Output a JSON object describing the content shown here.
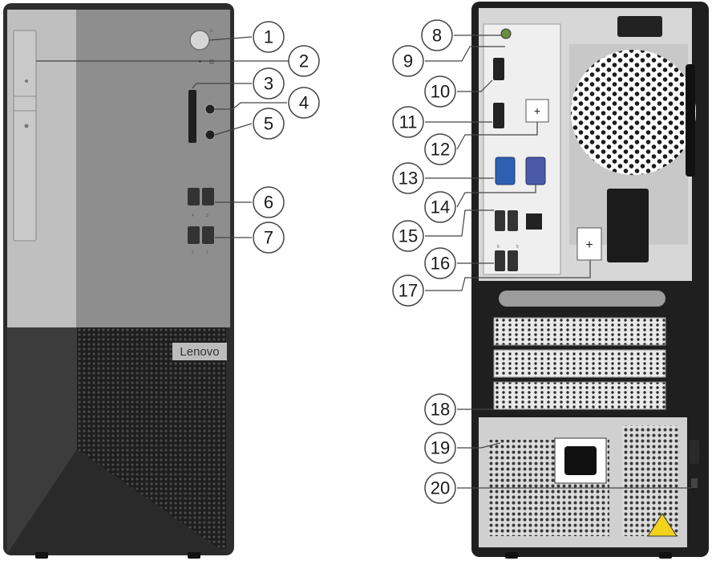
{
  "figure": {
    "brand": "Lenovo",
    "callouts": [
      {
        "id": 1,
        "label": "1"
      },
      {
        "id": 2,
        "label": "2"
      },
      {
        "id": 3,
        "label": "3"
      },
      {
        "id": 4,
        "label": "4"
      },
      {
        "id": 5,
        "label": "5"
      },
      {
        "id": 6,
        "label": "6"
      },
      {
        "id": 7,
        "label": "7"
      },
      {
        "id": 8,
        "label": "8"
      },
      {
        "id": 9,
        "label": "9"
      },
      {
        "id": 10,
        "label": "10"
      },
      {
        "id": 11,
        "label": "11"
      },
      {
        "id": 12,
        "label": "12"
      },
      {
        "id": 13,
        "label": "13"
      },
      {
        "id": 14,
        "label": "14"
      },
      {
        "id": 15,
        "label": "15"
      },
      {
        "id": 16,
        "label": "16"
      },
      {
        "id": 17,
        "label": "17"
      },
      {
        "id": 18,
        "label": "18"
      },
      {
        "id": 19,
        "label": "19"
      },
      {
        "id": 20,
        "label": "20"
      }
    ],
    "front_usb_numbers": [
      "4",
      "3",
      "2",
      "1"
    ],
    "rear_usb_numbers": [
      "6",
      "5"
    ],
    "colors": {
      "chassis_dark": "#2b2b2b",
      "panel_gray": "#8f8f8f",
      "panel_light": "#b5b5b5",
      "vga_blue": "#2f5fb0",
      "serial_blue": "#4a5aa8",
      "warning_yellow": "#f2d21a"
    }
  }
}
